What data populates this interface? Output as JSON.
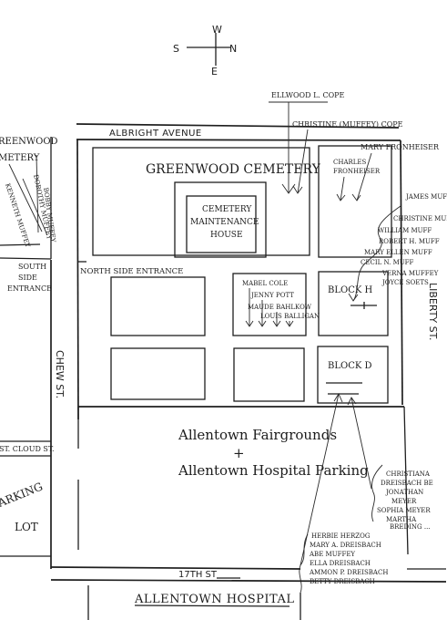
{
  "compass": {
    "n": "N",
    "s": "S",
    "e": "E",
    "w": "W"
  },
  "streets": {
    "albright": "ALBRIGHT AVENUE",
    "chew": "CHEW ST.",
    "liberty": "LIBERTY ST.",
    "seventeenth": "17TH ST",
    "st_cloud": "ST. CLOUD ST.",
    "north_side_entrance": "NORTH SIDE ENTRANCE",
    "south_side_entrance_1": "SOUTH",
    "south_side_entrance_2": "SIDE",
    "south_side_entrance_3": "ENTRANCE"
  },
  "places": {
    "greenwood_left_1": "REENWOOD",
    "greenwood_left_2": "METERY",
    "greenwood_cemetery": "GREENWOOD CEMETERY",
    "maintenance_1": "CEMETERY",
    "maintenance_2": "MAINTENANCE",
    "maintenance_3": "HOUSE",
    "block_h": "BLOCK H",
    "block_d": "BLOCK D",
    "fairgrounds": "Allentown Fairgrounds",
    "plus": "+",
    "hospital_parking": "Allentown Hospital Parking",
    "parking_lot_1": "ARKING",
    "parking_lot_2": "LOT",
    "allentown_hospital": "ALLENTOWN HOSPITAL"
  },
  "names": {
    "ellwood": "ELLWOOD L. COPE",
    "christine_cope": "CHRISTINE (MUFFEY) COPE",
    "mary_fronheiser": "MARY FRONHEISER",
    "charles_1": "CHARLES",
    "charles_2": "FRONHEISER",
    "left_names": [
      "KENNETH MUFFEY",
      "DOROTHY MUFFEY",
      "BOBBY MUFFEY"
    ],
    "block_h_names": [
      "JAMES MUFF",
      "CHRISTINE MUFF",
      "WILLIAM MUFF",
      "ROBERT H. MUFF",
      "MARY ELLEN MUFF",
      "CECIL N. MUFF",
      "VERNA MUFFEY",
      "JOYCE SOETS"
    ],
    "cole_names": [
      "MABEL COLE",
      "JENNY POTT",
      "MAUDE BAHLKOW",
      "LOUIS BALLIGAN"
    ],
    "block_d_names": [
      "CHRISTIANA",
      "DREISBACH BE",
      "JONATHAN",
      "MEYER",
      "SOPHIA MEYER",
      "MARTHA",
      "BREDING ..."
    ],
    "bottom_names": [
      "HERBIE HERZOG",
      "MARY A. DREISBACH",
      "ABE MUFFEY",
      "ELLA DREISBACH",
      "AMMON P. DREISBACH",
      "BETTY DREISBACH"
    ]
  }
}
